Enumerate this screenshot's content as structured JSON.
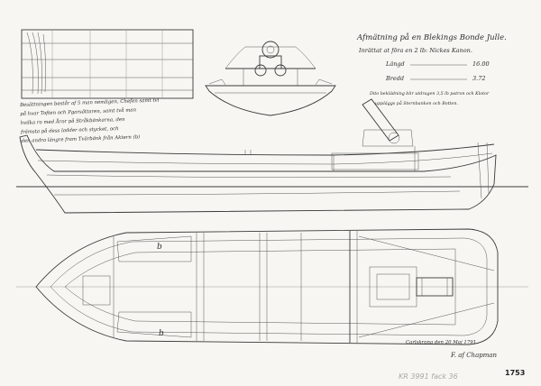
{
  "title": {
    "line1": "Afmätning på en Blekings Bonde Julle.",
    "line2": "Inrättat at föra en 2 lb: Nickes Kanon."
  },
  "dimensions": [
    {
      "label": "Längd",
      "value": "16.00"
    },
    {
      "label": "Bredd",
      "value": "3.72"
    }
  ],
  "note_right": {
    "line1": "Dito beklädning blir utdragen 3,5 lb patron och Klotor",
    "line2": "uppläggs på Sternbanken och Botten."
  },
  "note_left": {
    "line1": "Besättningen består af 5 man nemligen, Chefen samt tvi",
    "line2": "på hvar Toften och Pgarsättaren, samt två man",
    "line3": "hvilka ro med Åror på Stråkbänkarna, den",
    "line4": "främsta på dess ladder och stycket, och",
    "line5": "den andra längre fram Tvärbänk från Aktern (b)"
  },
  "plan_label_top": "b",
  "plan_label_bottom": "b",
  "signature": {
    "line1": "Carlskrona den 20 Maj 1791",
    "line2": "F. af Chapman"
  },
  "archive_mark": "KR 3991 fack 36",
  "catalog_number": "1753",
  "colors": {
    "paper": "#f7f6f2",
    "ink": "#2d2d2d",
    "pencil": "#a8a8a8",
    "border": "#5a5a5a"
  }
}
